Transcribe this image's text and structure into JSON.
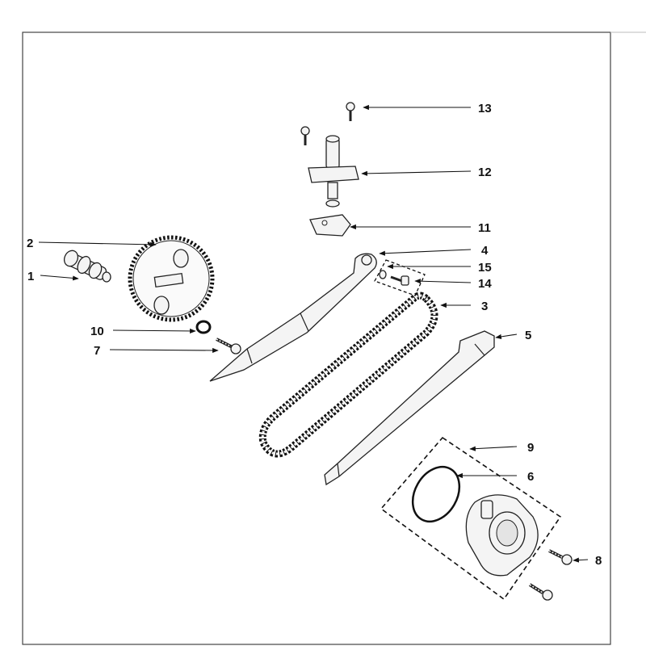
{
  "parts": [
    {
      "id": "1",
      "label": "1"
    },
    {
      "id": "2",
      "label": "2"
    },
    {
      "id": "3",
      "label": "3"
    },
    {
      "id": "4",
      "label": "4"
    },
    {
      "id": "5",
      "label": "5"
    },
    {
      "id": "6",
      "label": "6"
    },
    {
      "id": "7",
      "label": "7"
    },
    {
      "id": "8",
      "label": "8"
    },
    {
      "id": "9",
      "label": "9"
    },
    {
      "id": "10",
      "label": "10"
    },
    {
      "id": "11",
      "label": "11"
    },
    {
      "id": "12",
      "label": "12"
    },
    {
      "id": "13",
      "label": "13"
    },
    {
      "id": "14",
      "label": "14"
    },
    {
      "id": "15",
      "label": "15"
    }
  ]
}
